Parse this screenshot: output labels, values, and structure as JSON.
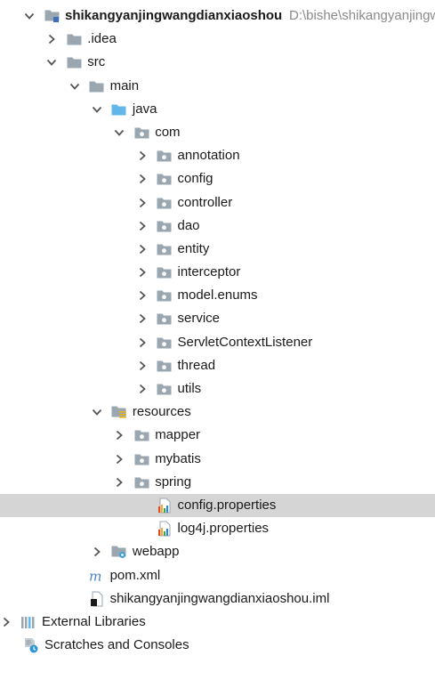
{
  "tree": {
    "rows": [
      {
        "label": "shikangyanjingwangdianxiaoshou",
        "extra": "D:\\bishe\\shikangyanjingwangdianxiaoshou",
        "indent": 0,
        "chevron": "down",
        "icon": "module-folder-icon",
        "bold": true
      },
      {
        "label": ".idea",
        "indent": 1,
        "chevron": "right",
        "icon": "folder-icon"
      },
      {
        "label": "src",
        "indent": 1,
        "chevron": "down",
        "icon": "folder-icon"
      },
      {
        "label": "main",
        "indent": 2,
        "chevron": "down",
        "icon": "folder-icon"
      },
      {
        "label": "java",
        "indent": 3,
        "chevron": "down",
        "icon": "source-folder-icon"
      },
      {
        "label": "com",
        "indent": 4,
        "chevron": "down",
        "icon": "package-icon"
      },
      {
        "label": "annotation",
        "indent": 5,
        "chevron": "right",
        "icon": "package-icon"
      },
      {
        "label": "config",
        "indent": 5,
        "chevron": "right",
        "icon": "package-icon"
      },
      {
        "label": "controller",
        "indent": 5,
        "chevron": "right",
        "icon": "package-icon"
      },
      {
        "label": "dao",
        "indent": 5,
        "chevron": "right",
        "icon": "package-icon"
      },
      {
        "label": "entity",
        "indent": 5,
        "chevron": "right",
        "icon": "package-icon"
      },
      {
        "label": "interceptor",
        "indent": 5,
        "chevron": "right",
        "icon": "package-icon"
      },
      {
        "label": "model.enums",
        "indent": 5,
        "chevron": "right",
        "icon": "package-icon"
      },
      {
        "label": "service",
        "indent": 5,
        "chevron": "right",
        "icon": "package-icon"
      },
      {
        "label": "ServletContextListener",
        "indent": 5,
        "chevron": "right",
        "icon": "package-icon"
      },
      {
        "label": "thread",
        "indent": 5,
        "chevron": "right",
        "icon": "package-icon"
      },
      {
        "label": "utils",
        "indent": 5,
        "chevron": "right",
        "icon": "package-icon"
      },
      {
        "label": "resources",
        "indent": 3,
        "chevron": "down",
        "icon": "resources-folder-icon"
      },
      {
        "label": "mapper",
        "indent": 4,
        "chevron": "right",
        "icon": "package-icon"
      },
      {
        "label": "mybatis",
        "indent": 4,
        "chevron": "right",
        "icon": "package-icon"
      },
      {
        "label": "spring",
        "indent": 4,
        "chevron": "right",
        "icon": "package-icon"
      },
      {
        "label": "config.properties",
        "indent": 5,
        "chevron": "none",
        "icon": "properties-file-icon",
        "selected": true
      },
      {
        "label": "log4j.properties",
        "indent": 5,
        "chevron": "none",
        "icon": "properties-file-icon"
      },
      {
        "label": "webapp",
        "indent": 3,
        "chevron": "right",
        "icon": "web-folder-icon"
      },
      {
        "label": "pom.xml",
        "indent": 2,
        "chevron": "none",
        "icon": "maven-icon"
      },
      {
        "label": "shikangyanjingwangdianxiaoshou.iml",
        "indent": 2,
        "chevron": "none",
        "icon": "iml-file-icon"
      },
      {
        "label": "External Libraries",
        "indent": 0,
        "chevron": "right",
        "icon": "libraries-icon",
        "root": true
      },
      {
        "label": "Scratches and Consoles",
        "indent": 0,
        "chevron": "none",
        "icon": "scratches-icon",
        "root": true
      }
    ]
  }
}
